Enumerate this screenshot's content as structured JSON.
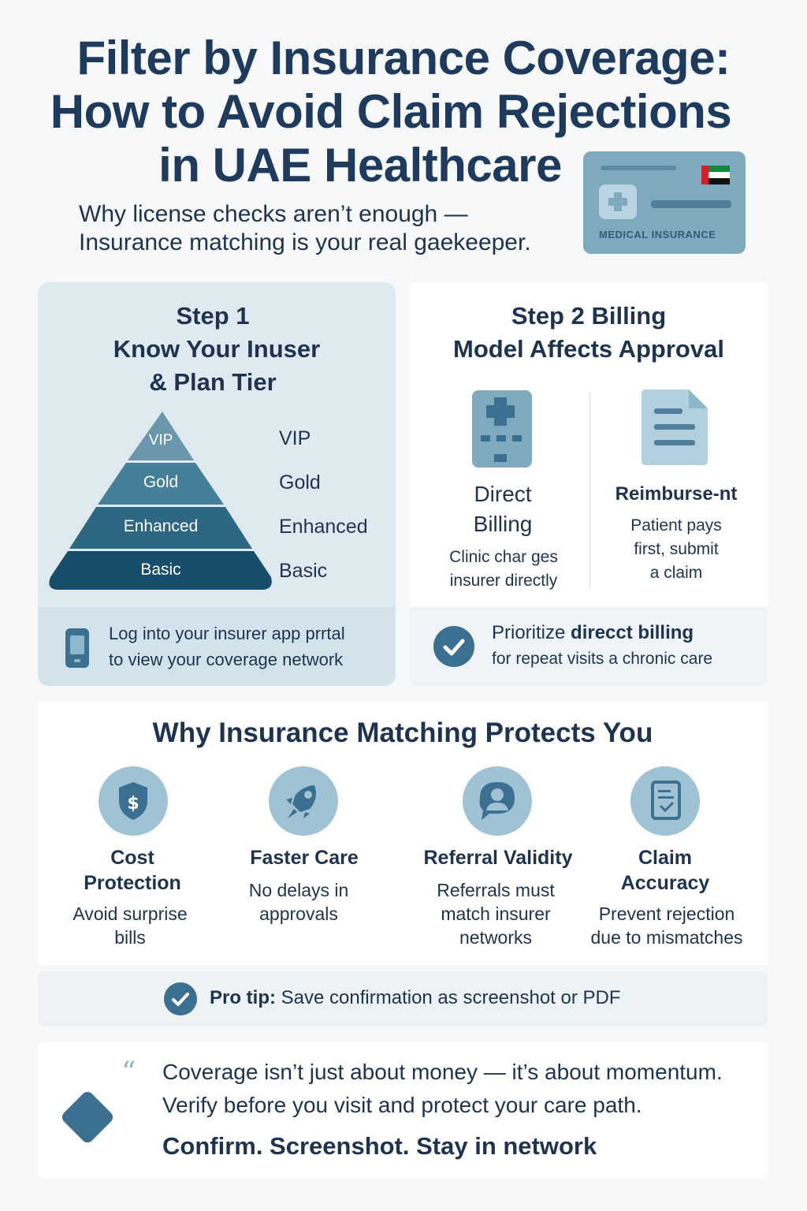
{
  "header": {
    "title_lines": [
      "Filter by Insurance Coverage:",
      "How to Avoid Claim Rejections",
      "in UAE Healthcare"
    ],
    "subtitle_lines": [
      "Why license checks aren’t enough —",
      "Insurance matching is your real gaekeeper."
    ]
  },
  "insurance_card": {
    "label": "MEDICAL INSURANCE",
    "icon": "medical-insurance-card-icon"
  },
  "step1": {
    "title_lines": [
      "Step 1",
      "Know Your Inuser",
      "& Plan Tier"
    ],
    "pyramid_tiers": [
      "VIP",
      "Gold",
      "Enhanced",
      "Basic"
    ],
    "pyramid_labels": [
      "VIP",
      "Gold",
      "Enhanced",
      "Basic"
    ],
    "tip_lines": [
      "Log into your insurer app prrtal",
      "to view your coverage network"
    ],
    "tip_icon": "phone-icon"
  },
  "step2": {
    "title_lines": [
      "Step 2  Billing",
      "Model Affects Approval"
    ],
    "direct": {
      "title_lines": [
        "Direct",
        "Billing"
      ],
      "desc_lines": [
        "Clinic char ges",
        "insurer directly"
      ],
      "icon": "medical-terminal-icon"
    },
    "reimburse": {
      "title": "Reimburse-nt",
      "desc_lines": [
        "Patient pays",
        "first, submit",
        "a claim"
      ],
      "icon": "document-icon"
    },
    "tip_pre": "Prioritize ",
    "tip_bold": "direcct billing",
    "tip_line2": "for repeat visits a chronic care",
    "tip_icon": "check-icon"
  },
  "benefits": {
    "title": "Why Insurance Matching Protects You",
    "items": [
      {
        "icon": "shield-dollar-icon",
        "title_lines": [
          "Cost",
          "Protection"
        ],
        "desc_lines": [
          "Avoid surprise",
          "bills"
        ]
      },
      {
        "icon": "rocket-icon",
        "title_lines": [
          "Faster Care"
        ],
        "desc_lines": [
          "No delays in",
          "approvals"
        ]
      },
      {
        "icon": "chat-doctor-icon",
        "title_lines": [
          "Referral Validity"
        ],
        "desc_lines": [
          "Referrals must",
          "match insurer",
          "networks"
        ]
      },
      {
        "icon": "clipboard-check-icon",
        "title_lines": [
          "Claim",
          "Accuracy"
        ],
        "desc_lines": [
          "Prevent rejection",
          "due to mismatches"
        ]
      }
    ]
  },
  "protip": {
    "label": "Pro tip:",
    "text": " Save confirmation as screenshot or PDF"
  },
  "quote": {
    "line1": "Coverage isn’t just about money — it’s about momentum.",
    "line2": "Verify before you visit and protect your care path.",
    "cta": "Confirm. Screenshot. Stay in network"
  },
  "colors": {
    "primary": "#1e3a5c",
    "accent": "#3b7090",
    "panel": "#dfeaf0",
    "pyramid": [
      "#6a97ab",
      "#467f9a",
      "#2e6784",
      "#174d6a"
    ]
  }
}
